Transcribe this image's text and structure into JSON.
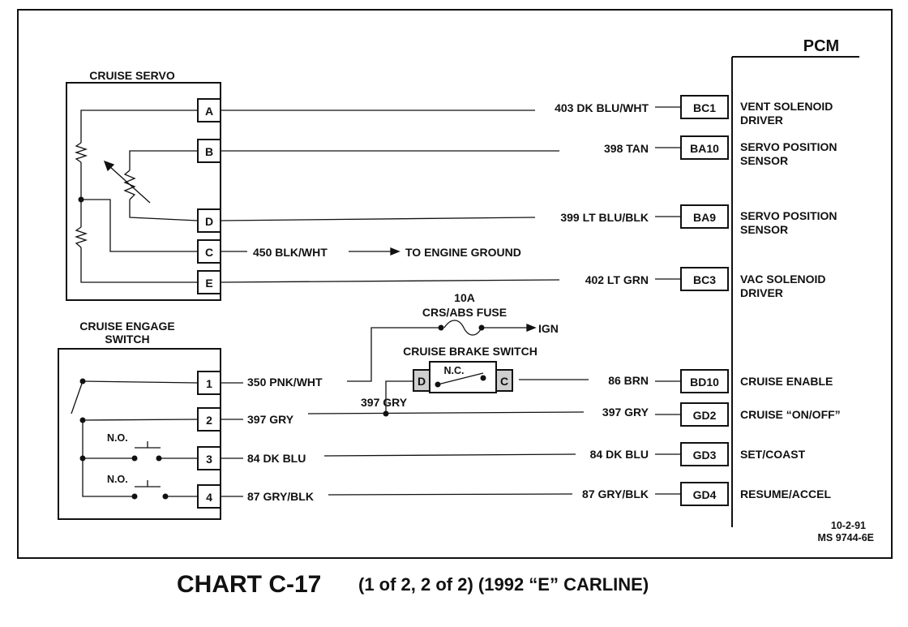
{
  "pcm": {
    "label": "PCM"
  },
  "servo": {
    "label": "CRUISE SERVO",
    "pins": [
      "A",
      "B",
      "D",
      "C",
      "E"
    ]
  },
  "engage": {
    "label_line1": "CRUISE ENGAGE",
    "label_line2": "SWITCH",
    "pins": [
      "1",
      "2",
      "3",
      "4"
    ],
    "no_label_1": "N.O.",
    "no_label_2": "N.O."
  },
  "fuse": {
    "rating": "10A",
    "name": "CRS/ABS FUSE",
    "ign": "IGN"
  },
  "brake_switch": {
    "label": "CRUISE BRAKE SWITCH",
    "pin_d": "D",
    "pin_c": "C",
    "nc": "N.C."
  },
  "wires": {
    "w403": "403 DK BLU/WHT",
    "w398": "398 TAN",
    "w399": "399 LT BLU/BLK",
    "w450": "450 BLK/WHT",
    "to_ground": "TO ENGINE GROUND",
    "w402": "402 LT GRN",
    "w350": "350 PNK/WHT",
    "w397_left": "397 GRY",
    "w397_branch": "397 GRY",
    "w397_right": "397 GRY",
    "w86": "86 BRN",
    "w84_left": "84 DK BLU",
    "w84_right": "84 DK BLU",
    "w87_left": "87 GRY/BLK",
    "w87_right": "87 GRY/BLK"
  },
  "pcm_pins": [
    {
      "pin": "BC1",
      "line1": "VENT SOLENOID",
      "line2": "DRIVER"
    },
    {
      "pin": "BA10",
      "line1": "SERVO POSITION",
      "line2": "SENSOR"
    },
    {
      "pin": "BA9",
      "line1": "SERVO POSITION",
      "line2": "SENSOR"
    },
    {
      "pin": "BC3",
      "line1": "VAC SOLENOID",
      "line2": "DRIVER"
    },
    {
      "pin": "BD10",
      "line1": "CRUISE ENABLE",
      "line2": ""
    },
    {
      "pin": "GD2",
      "line1": "CRUISE “ON/OFF”",
      "line2": ""
    },
    {
      "pin": "GD3",
      "line1": "SET/COAST",
      "line2": ""
    },
    {
      "pin": "GD4",
      "line1": "RESUME/ACCEL",
      "line2": ""
    }
  ],
  "footer": {
    "date": "10-2-91",
    "ms": "MS 9744-6E",
    "chart_title": "CHART C-17",
    "chart_sub": "(1 of 2, 2 of 2)  (1992 “E” CARLINE)"
  }
}
